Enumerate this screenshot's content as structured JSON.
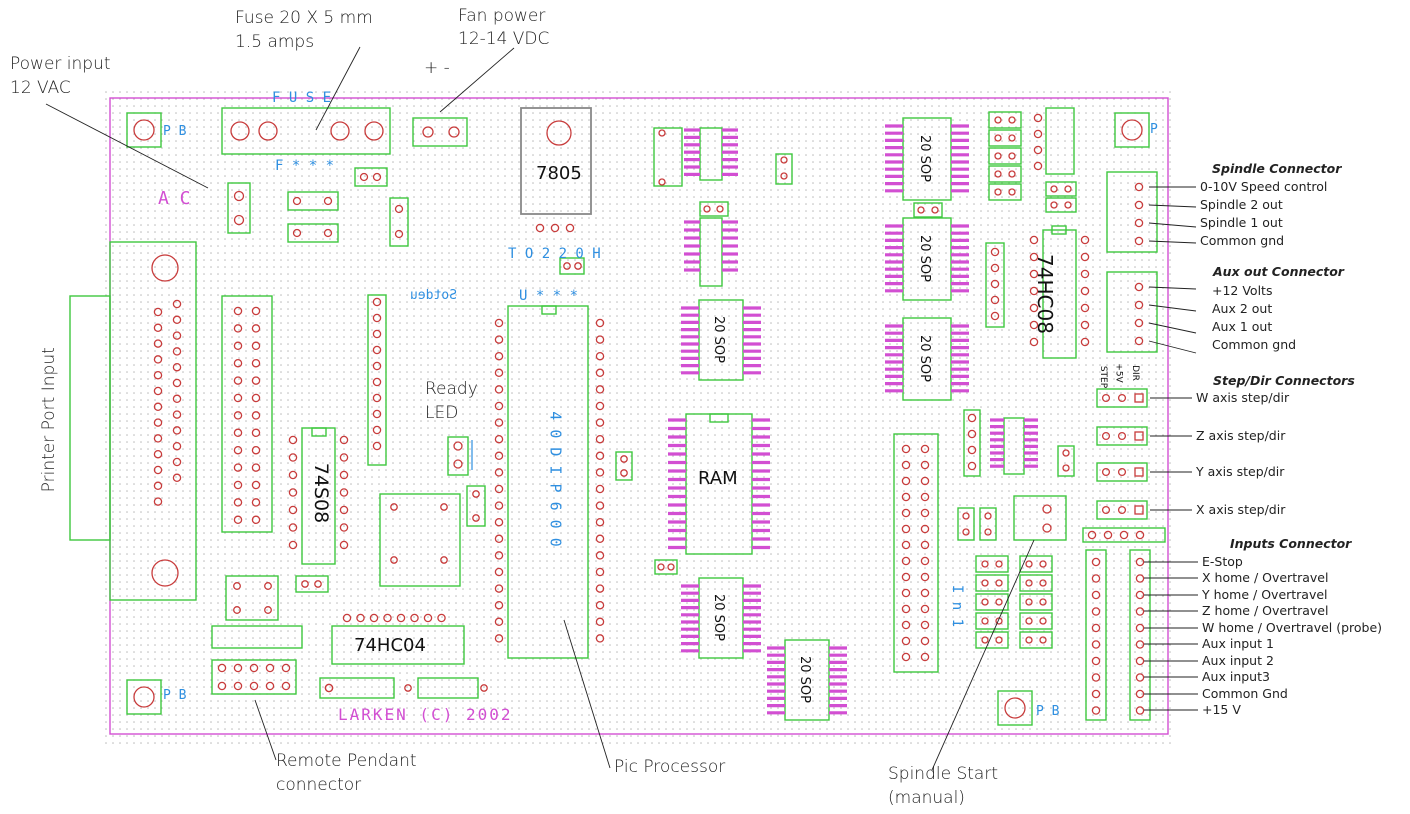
{
  "colors": {
    "board_outline": "#d24fd2",
    "trace_green": "#3ec83e",
    "pad_red": "#c83c3c",
    "silk_blue": "#2f8fe0",
    "grid": "#b0b0b0"
  },
  "callouts": {
    "fuse": [
      "Fuse 20 X 5 mm",
      "1.5 amps"
    ],
    "fan_power": [
      "Fan power",
      "12-14 VDC"
    ],
    "fan_polarity": "+ -",
    "power_input": [
      "Power input",
      "12 VAC"
    ],
    "printer_port": "Printer Port Input",
    "ready_led": [
      "Ready",
      "LED"
    ],
    "remote_pendant": [
      "Remote Pendant",
      "connector"
    ],
    "pic_processor": "Pic Processor",
    "spindle_start": [
      "Spindle Start",
      "(manual)"
    ]
  },
  "board_text": {
    "fuse": "F U S E",
    "fuse_ref": "F * * *",
    "ac": "A C",
    "to220": "T O 2 2 0 H",
    "mirrored": "Sotdeu",
    "u_ref": "U * * *",
    "dip40": "4 0 D I P 6 0 0",
    "inl": "I n 1",
    "larken": "LARKEN (C) 2002",
    "pb": "P B",
    "p": "P",
    "chip_7805": "7805",
    "chip_74hc08": "74HC08",
    "chip_74s08": "74S08",
    "chip_74hc04": "74HC04",
    "chip_ram": "RAM",
    "sop": "20 SOP",
    "step_col": "STEP",
    "v5_col": "+5V",
    "dir_col": "DIR"
  },
  "spindle_connector": {
    "title": "Spindle Connector",
    "pins": [
      "0-10V Speed control",
      "Spindle 2 out",
      "Spindle 1 out",
      "Common gnd"
    ]
  },
  "aux_connector": {
    "title": "Aux out  Connector",
    "pins": [
      "+12 Volts",
      "Aux  2 out",
      "Aux 1 out",
      "Common gnd"
    ]
  },
  "stepdir_connectors": {
    "title": "Step/Dir  Connectors",
    "axes": [
      "W axis   step/dir",
      "Z axis   step/dir",
      "Y axis   step/dir",
      "X axis   step/dir"
    ]
  },
  "inputs_connector": {
    "title": "Inputs  Connector",
    "pins": [
      "E-Stop",
      "X home / Overtravel",
      "Y home / Overtravel",
      "Z home / Overtravel",
      "W home / Overtravel (probe)",
      "Aux input 1",
      "Aux input 2",
      "Aux input3",
      "Common Gnd",
      "+15 V"
    ]
  }
}
